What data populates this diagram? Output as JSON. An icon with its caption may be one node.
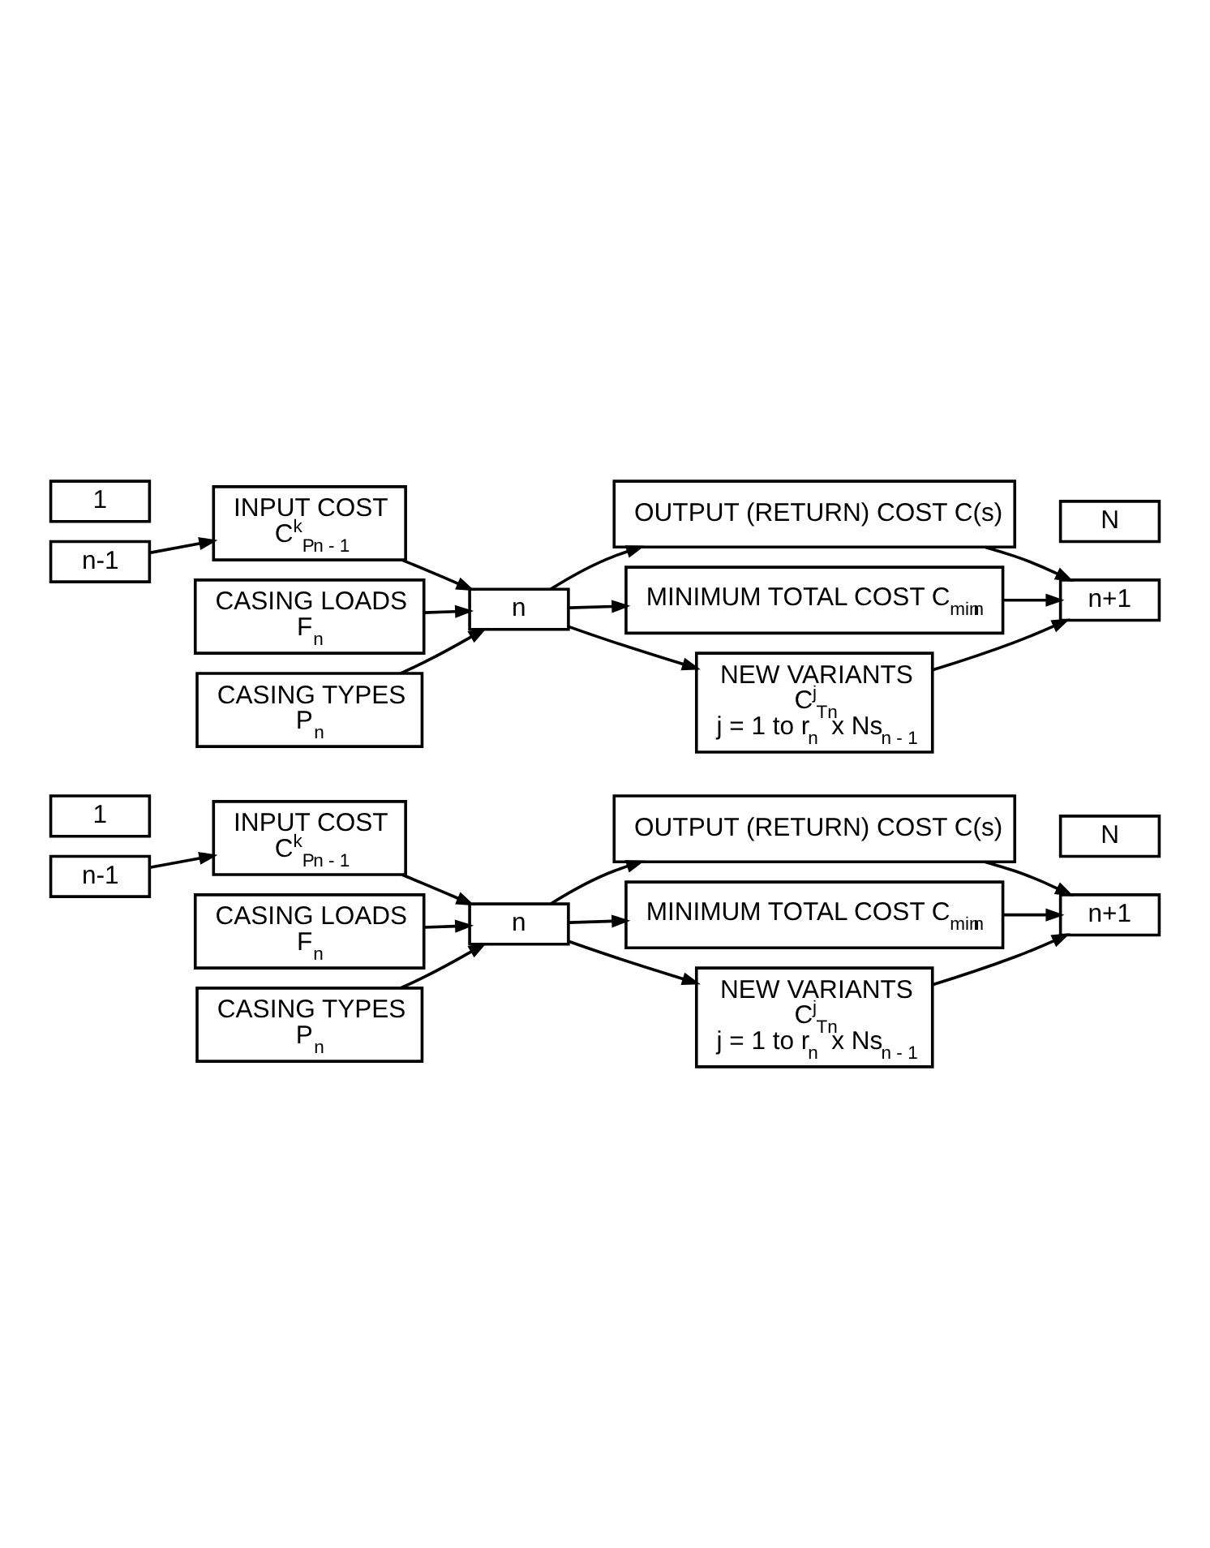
{
  "diagram": {
    "nodes": [
      {
        "text": [
          "CASING TYPES",
          "P$_{n}$"
        ]
      },
      {
        "text": [
          "CASING LOADS",
          "F$_{n}$"
        ]
      },
      {
        "text": [
          "INPUT COST",
          "C$^{k}$$_{P}$$_{n - 1}$"
        ]
      },
      {
        "text": [
          "n-1"
        ]
      },
      {
        "text": [
          "1"
        ]
      },
      {
        "text": [
          "n"
        ]
      },
      {
        "text": [
          "OUTPUT (RETURN) COST C(s)"
        ]
      },
      {
        "text": [
          "MINIMUM TOTAL COST C$_{min}$$_{n}$"
        ]
      },
      {
        "text": [
          "NEW VARIANTS",
          "C$^{j}$$_{Tn}$",
          "j = 1 to r$_{n}$ x Ns$_{n - 1}$"
        ]
      },
      {
        "text": [
          "N"
        ]
      },
      {
        "text": [
          "n+1"
        ]
      },
      {
        "text": [
          "CASING TYPES",
          "P$_{n}$"
        ]
      },
      {
        "text": [
          "CASING LOADS",
          "F$_{n}$"
        ]
      },
      {
        "text": [
          "INPUT COST",
          "C$^{k}$$_{P}$$_{n - 1}$"
        ]
      },
      {
        "text": [
          "n-1"
        ]
      },
      {
        "text": [
          "1"
        ]
      },
      {
        "text": [
          "n"
        ]
      },
      {
        "text": [
          "OUTPUT (RETURN) COST C(s)"
        ]
      },
      {
        "text": [
          "MINIMUM TOTAL COST C$_{min}$$_{n}$"
        ]
      },
      {
        "text": [
          "NEW VARIANTS",
          "C$^{j}$$_{Tn}$",
          "j = 1 to r$_{n}$ x Ns$_{n - 1}$"
        ]
      },
      {
        "text": [
          "N"
        ]
      },
      {
        "text": [
          "n+1"
        ]
      }
    ],
    "edges": [
      {
        "from": 0,
        "to": 5,
        "arrow": "to"
      },
      {
        "from": 1,
        "to": 5,
        "arrow": "to"
      },
      {
        "from": 2,
        "to": 5,
        "arrow": "to"
      },
      {
        "from": 3,
        "to": 2,
        "arrow": "to"
      },
      {
        "from": 5,
        "to": 6,
        "arrow": "to"
      },
      {
        "from": 5,
        "to": 7,
        "arrow": "to"
      },
      {
        "from": 5,
        "to": 8,
        "arrow": "to"
      },
      {
        "from": 6,
        "to": 10,
        "arrow": "to"
      },
      {
        "from": 7,
        "to": 10,
        "arrow": "to"
      },
      {
        "from": 8,
        "to": 10,
        "arrow": "to"
      },
      {
        "from": 11,
        "to": 16,
        "arrow": "to"
      },
      {
        "from": 12,
        "to": 16,
        "arrow": "to"
      },
      {
        "from": 13,
        "to": 16,
        "arrow": "to"
      },
      {
        "from": 14,
        "to": 13,
        "arrow": "to"
      },
      {
        "from": 16,
        "to": 17,
        "arrow": "to"
      },
      {
        "from": 16,
        "to": 18,
        "arrow": "to"
      },
      {
        "from": 16,
        "to": 19,
        "arrow": "to"
      },
      {
        "from": 17,
        "to": 21,
        "arrow": "to"
      },
      {
        "from": 18,
        "to": 21,
        "arrow": "to"
      },
      {
        "from": 19,
        "to": 21,
        "arrow": "to"
      }
    ]
  }
}
